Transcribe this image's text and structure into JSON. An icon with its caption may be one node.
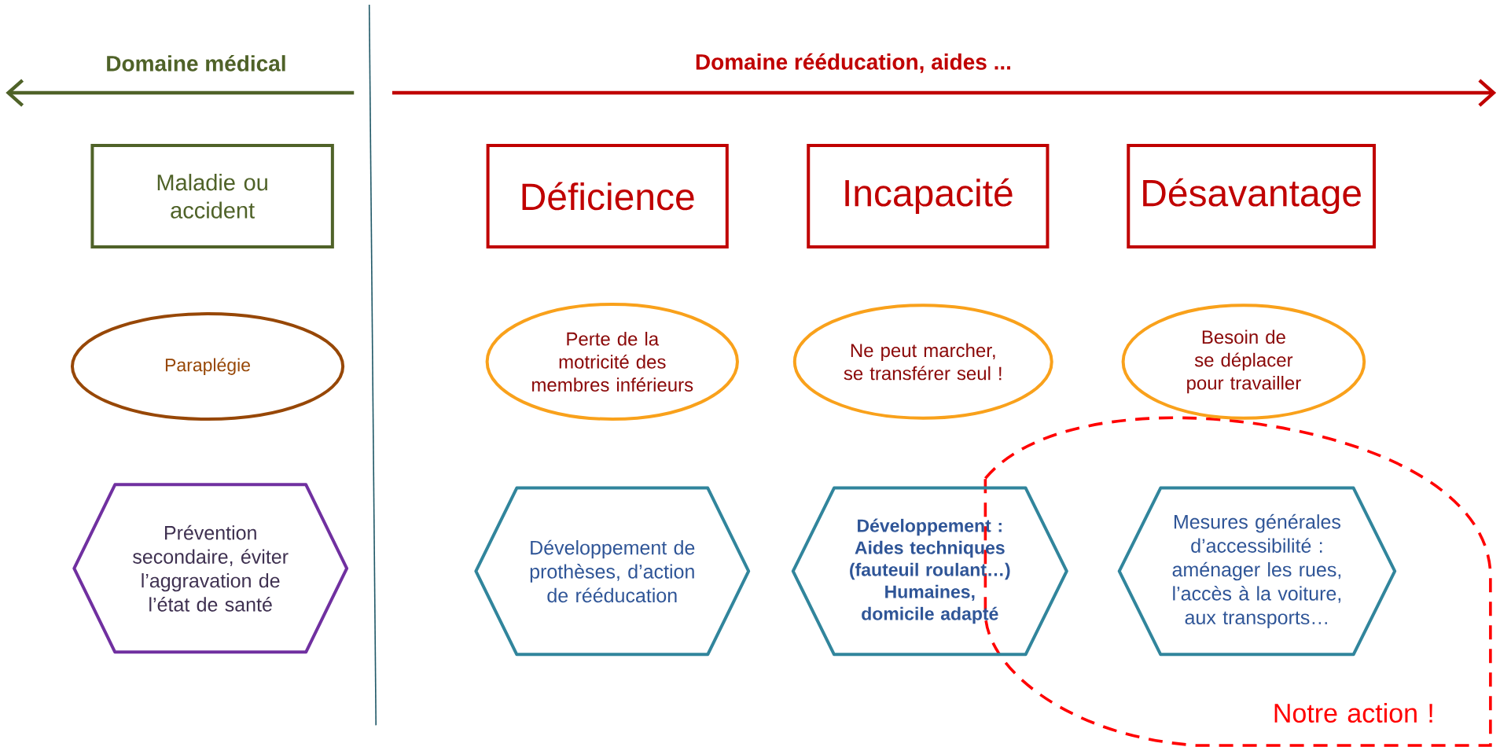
{
  "diagram": {
    "nodes": [
      {
        "text": [
          "Maladie ou accident"
        ]
      },
      {
        "text": [
          "Déficience"
        ]
      },
      {
        "text": [
          "Incapacité"
        ]
      },
      {
        "text": [
          "Désavantage"
        ]
      },
      {
        "text": [
          "Paraplégie"
        ]
      },
      {
        "text": [
          "Perte de la motricité des membres inférieurs"
        ]
      },
      {
        "text": [
          "Ne peut marcher, se transférer seul !"
        ]
      },
      {
        "text": [
          "Besoin de se déplacer pour travailler"
        ]
      },
      {
        "text": [
          "Prévention secondaire, éviter l’aggravation de l’état de santé"
        ]
      },
      {
        "text": [
          "Développement de prothèses, d’action de rééducation"
        ]
      },
      {
        "text": [
          "Développement : Aides techniques (fauteuil roulant…) Humaines, domicile adapté"
        ]
      },
      {
        "text": [
          "Mesures générales d’accessibilité : aménager les rues, l’accès à la voiture, aux transports…"
        ],
        "in": 12
      },
      {
        "text": [
          "Notre action !"
        ]
      }
    ],
    "labels": [
      "Domaine médical",
      "Domaine rééducation, aides ..."
    ]
  }
}
